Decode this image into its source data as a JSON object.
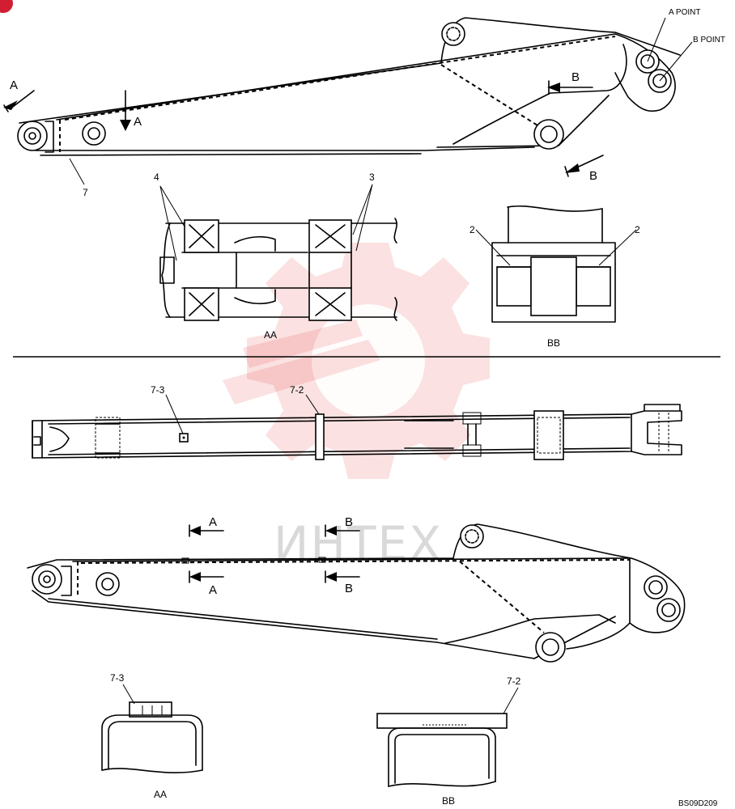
{
  "labels": {
    "a_point": "A POINT",
    "b_point": "B POINT",
    "arrow_a": "A",
    "arrow_b": "B",
    "part_7": "7",
    "part_4": "4",
    "part_3": "3",
    "part_2": "2",
    "part_7_3": "7-3",
    "part_7_2": "7-2",
    "section_aa": "AA",
    "section_bb": "BB",
    "drawing_code": "BS09D209"
  },
  "watermark": {
    "text": "ИНТЕХ",
    "color": "#e21a1a"
  }
}
